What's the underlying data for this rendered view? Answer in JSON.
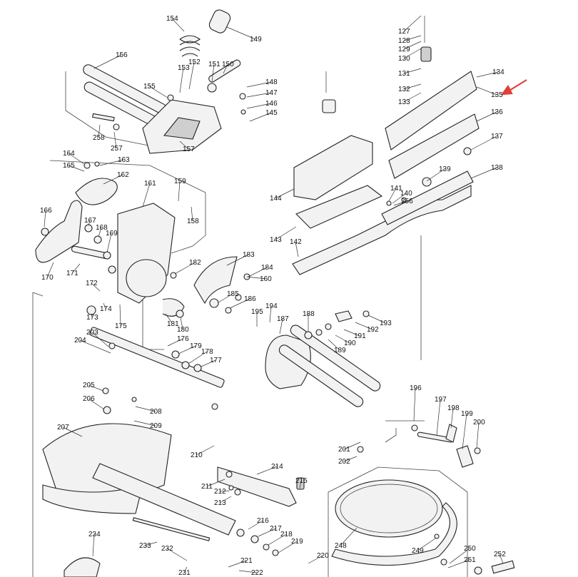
{
  "diagram": {
    "labels": [
      "127",
      "128",
      "129",
      "130",
      "131",
      "132",
      "133",
      "134",
      "135",
      "136",
      "137",
      "138",
      "139",
      "140",
      "141",
      "142",
      "143",
      "144",
      "145",
      "146",
      "147",
      "148",
      "149",
      "150",
      "151",
      "152",
      "153",
      "154",
      "155",
      "156",
      "157",
      "158",
      "159",
      "160",
      "161",
      "162",
      "163",
      "164",
      "165",
      "166",
      "167",
      "168",
      "169",
      "170",
      "171",
      "172",
      "173",
      "174",
      "175",
      "176",
      "177",
      "178",
      "179",
      "180",
      "181",
      "182",
      "183",
      "184",
      "185",
      "186",
      "187",
      "188",
      "189",
      "190",
      "191",
      "192",
      "193",
      "194",
      "195",
      "196",
      "197",
      "198",
      "199",
      "200",
      "201",
      "202",
      "203",
      "204",
      "205",
      "206",
      "207",
      "208",
      "209",
      "210",
      "211",
      "212",
      "213",
      "214",
      "215",
      "216",
      "217",
      "218",
      "219",
      "220",
      "221",
      "222",
      "231",
      "232",
      "233",
      "234",
      "248",
      "249",
      "250",
      "251",
      "252",
      "256",
      "257",
      "258"
    ],
    "highlighted_part": "135",
    "accent_color": "#e0403a"
  }
}
